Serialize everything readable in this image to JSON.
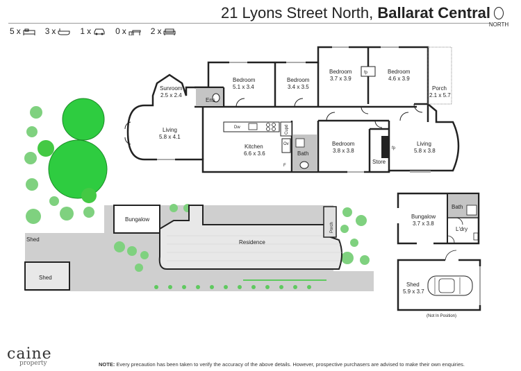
{
  "header": {
    "address": "21 Lyons Street North, ",
    "suburb": "Ballarat Central",
    "north_label": "NORTH"
  },
  "counts": [
    {
      "count": "5",
      "sep": "x",
      "icon": "bed-icon"
    },
    {
      "count": "3",
      "sep": "x",
      "icon": "bath-icon"
    },
    {
      "count": "1",
      "sep": "x",
      "icon": "car-icon"
    },
    {
      "count": "0",
      "sep": "x",
      "icon": "study-desk-icon"
    },
    {
      "count": "2",
      "sep": "x",
      "icon": "living-sofa-icon"
    }
  ],
  "rooms": {
    "sunroom": {
      "name": "Sunroom",
      "size": "2.5 x 2.4"
    },
    "ens": {
      "name": "Ens"
    },
    "bedroom1": {
      "name": "Bedroom",
      "size": "5.1 x 3.4"
    },
    "bedroom2": {
      "name": "Bedroom",
      "size": "3.4 x 3.5"
    },
    "bedroom3": {
      "name": "Bedroom",
      "size": "3.7 x 3.9"
    },
    "bedroom4": {
      "name": "Bedroom",
      "size": "4.6 x 3.9"
    },
    "porch_front": {
      "name": "Porch",
      "size": "2.1 x 5.7"
    },
    "living_w": {
      "name": "Living",
      "size": "5.8 x 4.1"
    },
    "kitchen": {
      "name": "Kitchen",
      "size": "6.6 x 3.6"
    },
    "bath": {
      "name": "Bath"
    },
    "bedroom5": {
      "name": "Bedroom",
      "size": "3.8 x 3.8"
    },
    "store": {
      "name": "Store"
    },
    "living_e": {
      "name": "Living",
      "size": "5.8 x 3.8"
    }
  },
  "fixtures": {
    "dw": "Dw",
    "ov": "Ov",
    "cupd": "Cupd",
    "f": "F",
    "fp": "fp"
  },
  "site": {
    "bungalow": "Bungalow",
    "residence": "Residence",
    "porch": "Porch",
    "shed_small": "Shed",
    "shed_large": "Shed"
  },
  "outbuildings": {
    "bungalow": {
      "name": "Bungalow",
      "size": "3.7 x 3.8"
    },
    "bath": {
      "name": "Bath"
    },
    "ldry": {
      "name": "L'dry"
    },
    "shed": {
      "name": "Shed",
      "size": "5.9 x 3.7"
    },
    "not_in_position": "(Not In Position)"
  },
  "footer": {
    "logo_main": "caine",
    "logo_sub": "property",
    "note_label": "NOTE:",
    "note_text": " Every precaution has been taken to verify the accuracy of the above details. However, prospective purchasers are advised to make their own enquiries."
  },
  "colors": {
    "wall": "#222222",
    "tree": "#3fbf3f",
    "shrub": "#7fd17f",
    "ground": "#cfcfcf",
    "bath_floor": "#c4c4c4"
  }
}
